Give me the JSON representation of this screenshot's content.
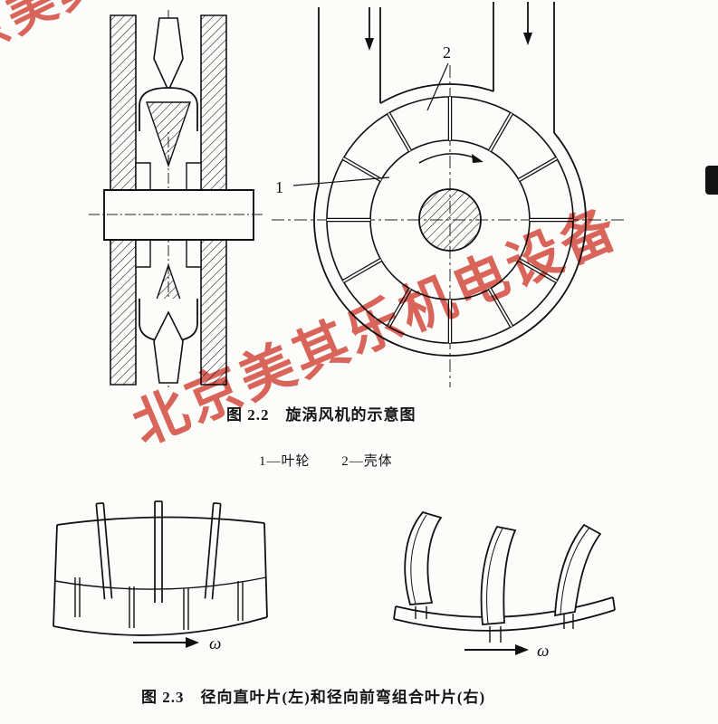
{
  "page": {
    "background": "#fcfcfa"
  },
  "figure_2_2": {
    "caption": "图 2.2　旋涡风机的示意图",
    "legend_item_1": "1—叶轮",
    "legend_item_2": "2—壳体",
    "callout_1": "1",
    "callout_2": "2"
  },
  "figure_2_3": {
    "caption": "图 2.3　径向直叶片(左)和径向前弯组合叶片(右)",
    "omega_left": "ω",
    "omega_right": "ω"
  },
  "watermark": {
    "text": "北京美其乐机电设备",
    "color": "#d23b2e"
  }
}
